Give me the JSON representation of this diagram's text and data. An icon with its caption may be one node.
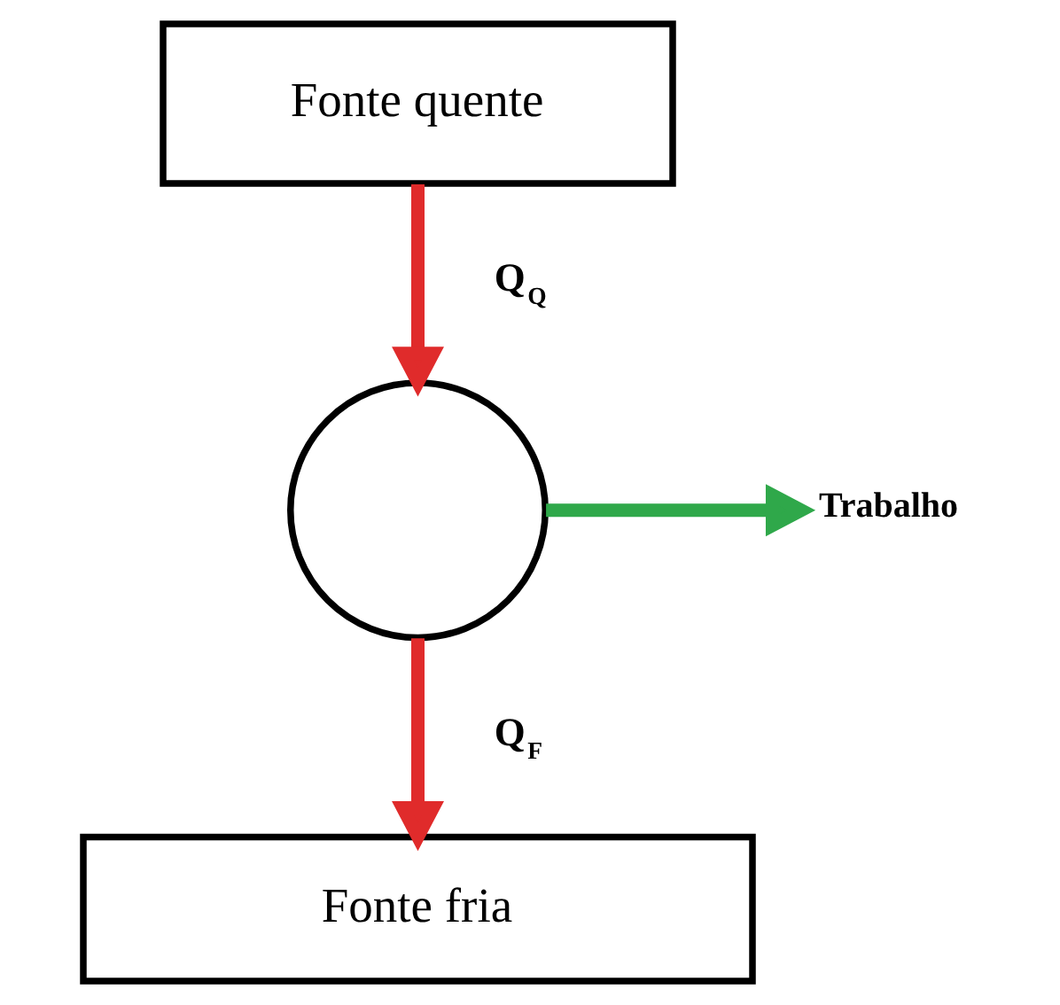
{
  "diagram": {
    "nodes": [
      {
        "text": [
          "Fonte quente"
        ]
      },
      {
        "text": [],
        "shape": "circle"
      },
      {
        "text": [
          "Fonte fria"
        ]
      },
      {
        "text": [
          "Trabalho"
        ]
      }
    ],
    "edges": [
      {
        "from": 0,
        "to": 1,
        "arrow": "to",
        "label": "Q$_{Q}$",
        "color": "#e02b2b"
      },
      {
        "from": 1,
        "to": 2,
        "arrow": "to",
        "label": "Q$_{F}$",
        "color": "#e02b2b"
      },
      {
        "from": 1,
        "to": 3,
        "arrow": "to",
        "color": "#2fa84a"
      }
    ]
  }
}
